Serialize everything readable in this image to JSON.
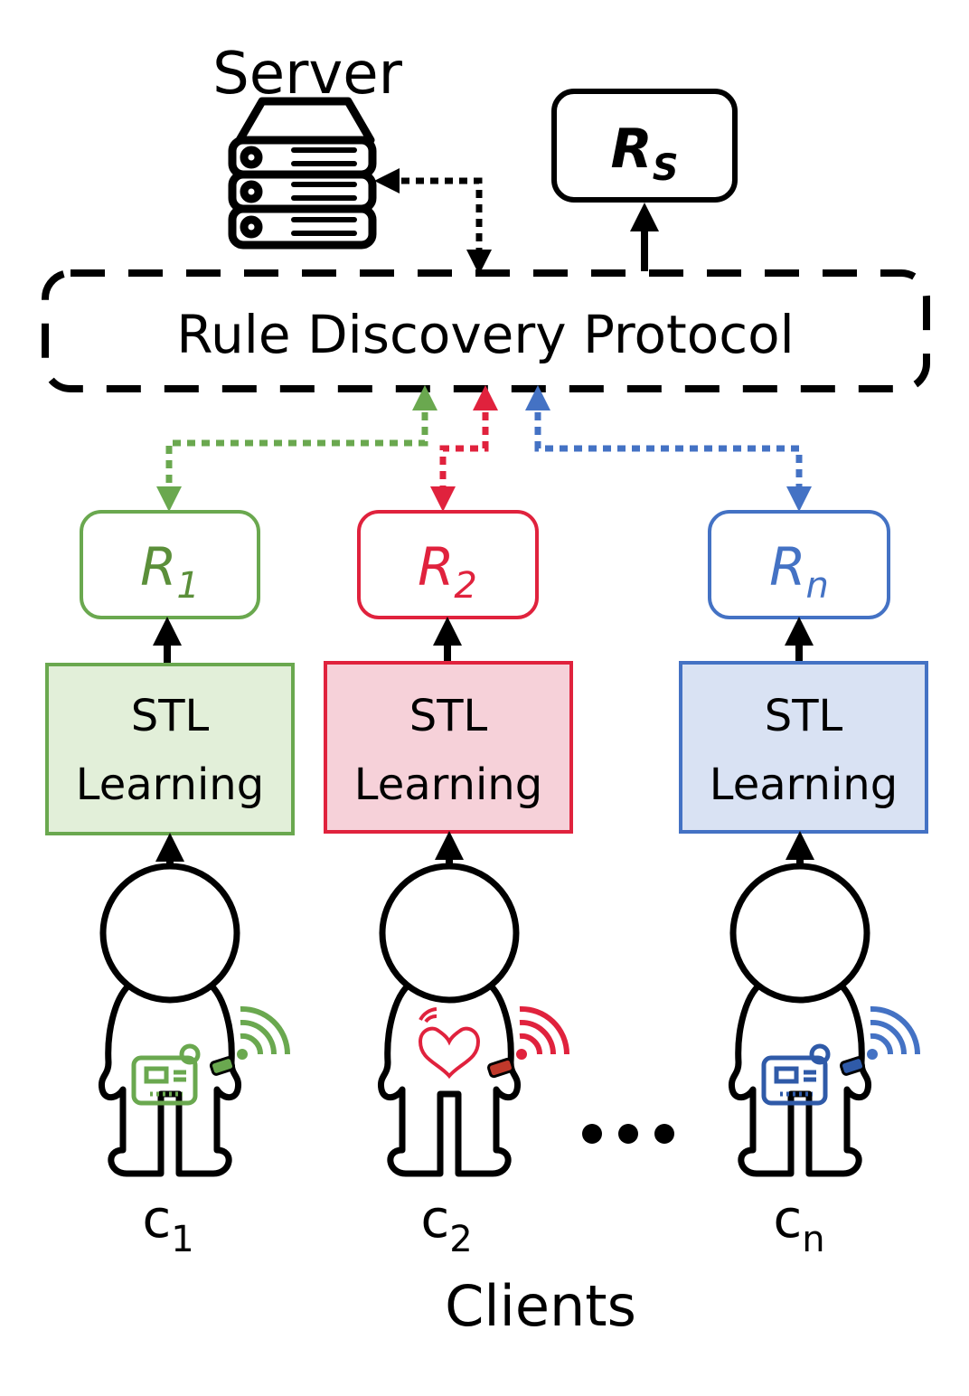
{
  "server": {
    "label": "Server",
    "icon": "server-icon"
  },
  "server_rule": {
    "base": "R",
    "sub": "S"
  },
  "protocol": {
    "label": "Rule Discovery Protocol"
  },
  "clients_label": "Clients",
  "ellipsis": "...",
  "colors": {
    "green": "#6aa84f",
    "green_dark": "#5b8f3a",
    "green_fill": "#e2efd9",
    "red": "#e0223d",
    "red_fill": "#f6d1d9",
    "blue": "#4472c4",
    "blue_fill": "#d9e2f3",
    "black": "#000000"
  },
  "clients": [
    {
      "rule_base": "R",
      "rule_sub": "1",
      "stl_line1": "STL",
      "stl_line2": "Learning",
      "client_base": "c",
      "client_sub": "1",
      "device": "sensor-board-icon"
    },
    {
      "rule_base": "R",
      "rule_sub": "2",
      "stl_line1": "STL",
      "stl_line2": "Learning",
      "client_base": "c",
      "client_sub": "2",
      "device": "heart-sensor-icon"
    },
    {
      "rule_base": "R",
      "rule_sub": "n",
      "stl_line1": "STL",
      "stl_line2": "Learning",
      "client_base": "c",
      "client_sub": "n",
      "device": "sensor-board-icon"
    }
  ]
}
